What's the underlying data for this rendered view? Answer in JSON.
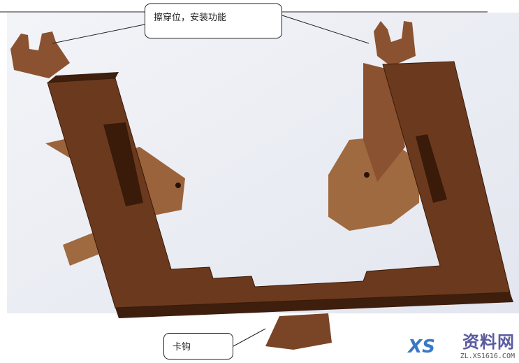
{
  "callouts": [
    {
      "label": "擦穿位，安装功能"
    },
    {
      "label": "卡钩"
    }
  ],
  "watermark": {
    "logo": "XS",
    "name": "资料网",
    "url": "ZL.XS1616.COM"
  },
  "colors": {
    "part_face": "#6b3a1e",
    "part_dark": "#4a2410",
    "part_light": "#b07a4e",
    "background": "#eef0f6"
  }
}
